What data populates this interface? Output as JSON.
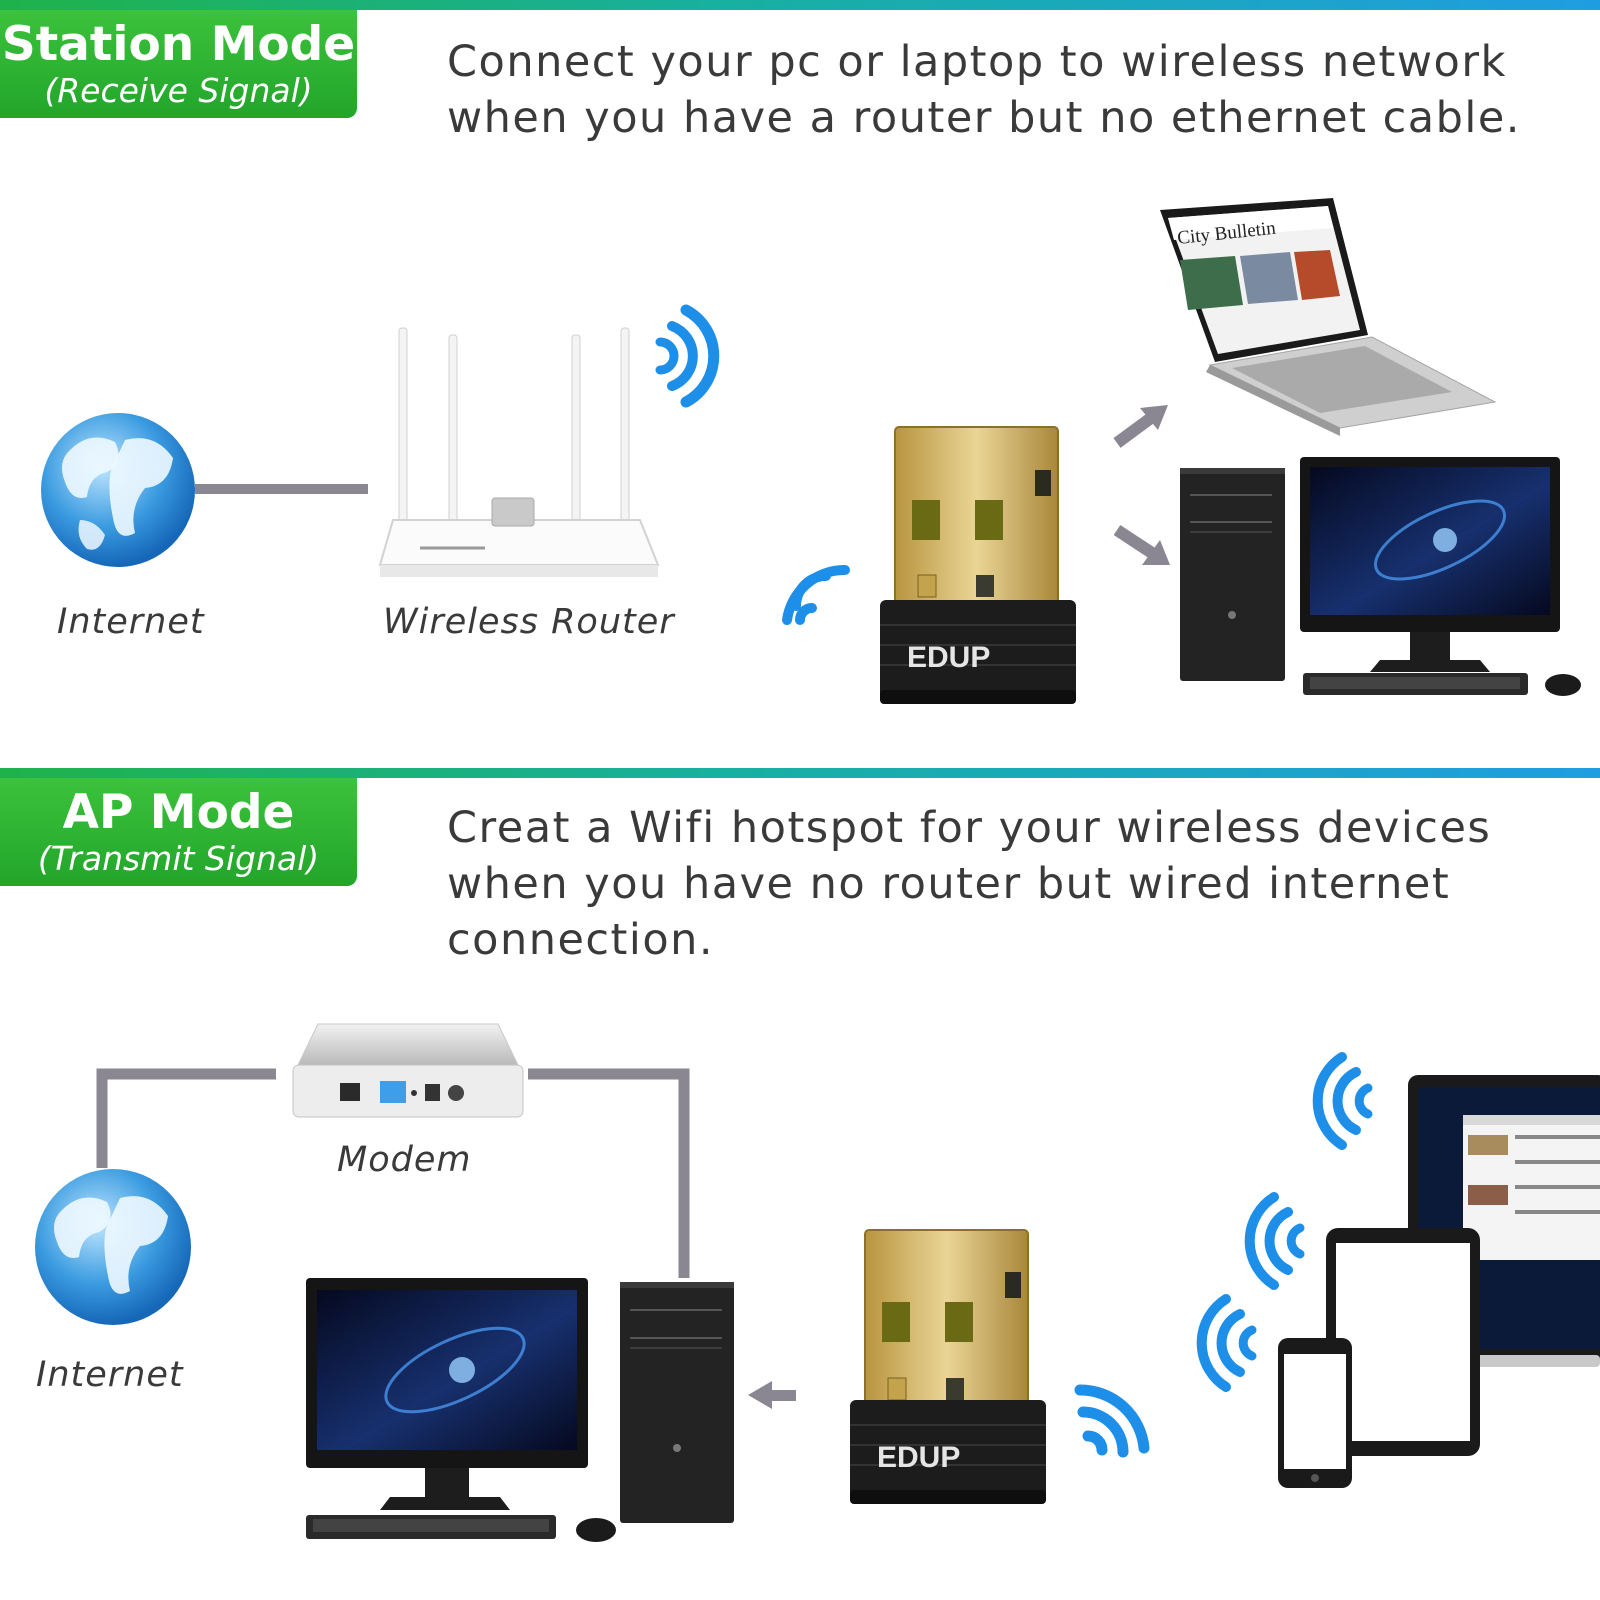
{
  "station": {
    "title": "Station Mode",
    "subtitle": "(Receive Signal)",
    "description_line1": "Connect your pc or laptop to wireless network",
    "description_line2": "when you have a router but no ethernet cable.",
    "labels": {
      "internet": "Internet",
      "router": "Wireless Router"
    },
    "laptop_screen_text": "City Bulletin",
    "adapter_brand": "EDUP"
  },
  "ap": {
    "title": "AP Mode",
    "subtitle": "(Transmit Signal)",
    "description_line1": "Creat a Wifi hotspot for your wireless devices",
    "description_line2": "when you have no router but wired internet",
    "description_line3": "connection.",
    "labels": {
      "modem": "Modem",
      "internet": "Internet"
    },
    "adapter_brand": "EDUP"
  },
  "colors": {
    "badge_green": "#2db336",
    "wifi_blue": "#1e8fe8",
    "connector_gray": "#8a8793",
    "gold": "#d4b461"
  }
}
